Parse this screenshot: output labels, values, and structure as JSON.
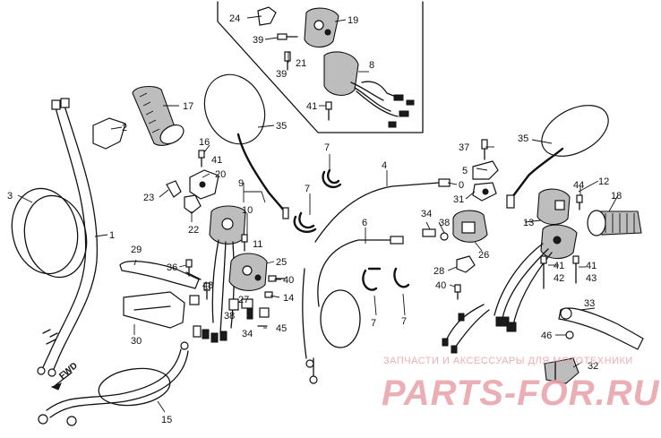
{
  "part_labels": {
    "p1": "1",
    "p2": "2",
    "p3": "3",
    "p4": "4",
    "p5": "5",
    "p6": "6",
    "p7a": "7",
    "p7b": "7",
    "p7c": "7",
    "p7d": "7",
    "p7e": "7",
    "p8": "8",
    "p9": "9",
    "p10": "10",
    "p11": "11",
    "p12": "12",
    "p13": "13",
    "p14": "14",
    "p15": "15",
    "p16": "16",
    "p17": "17",
    "p18": "18",
    "p19": "19",
    "p20": "20",
    "p21": "21",
    "p22": "22",
    "p23": "23",
    "p24": "24",
    "p25": "25",
    "p26": "26",
    "p27": "27",
    "p28": "28",
    "p29": "29",
    "p30": "30",
    "p31": "31",
    "p32": "32",
    "p33": "33",
    "p34a": "34",
    "p34b": "34",
    "p35a": "35",
    "p35b": "35",
    "p36": "36",
    "p37": "37",
    "p38a": "38",
    "p38b": "38",
    "p39a": "39",
    "p39b": "39",
    "p40a": "40",
    "p40b": "40",
    "p41a": "41",
    "p41b": "41",
    "p41c": "41",
    "p41d": "41",
    "p42": "42",
    "p43": "43",
    "p44": "44",
    "p45": "45",
    "p46": "46",
    "p48": "48"
  },
  "direction_marker": "FWD",
  "watermark": {
    "caption": "ЗАПЧАСТИ И АКСЕССУАРЫ ДЛЯ МОТОТЕХНИКИ",
    "brand": "PARTS-FOR.RU",
    "color": "#e8a0a8"
  }
}
